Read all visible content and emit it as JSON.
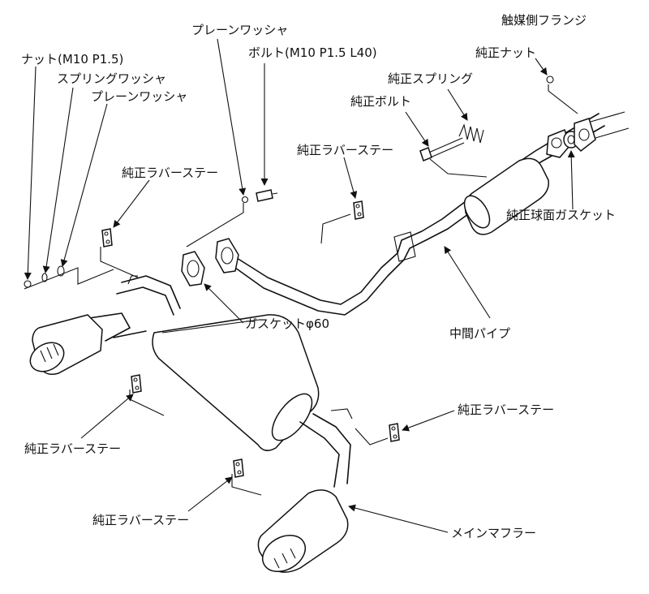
{
  "labels": {
    "cat_flange": "触媒側フランジ",
    "genuine_nut": "純正ナット",
    "plain_washer_top": "プレーンワッシャ",
    "bolt_spec": "ボルト(M10 P1.5 L40)",
    "genuine_spring": "純正スプリング",
    "nut_spec": "ナット(M10 P1.5)",
    "genuine_bolt": "純正ボルト",
    "spring_washer": "スプリングワッシャ",
    "plain_washer_left": "プレーンワッシャ",
    "rubber_stay_center": "純正ラバーステー",
    "rubber_stay_left": "純正ラバーステー",
    "spherical_gasket": "純正球面ガスケット",
    "gasket_60": "ガスケットφ60",
    "mid_pipe": "中間パイプ",
    "rubber_stay_right": "純正ラバーステー",
    "rubber_stay_lower_left": "純正ラバーステー",
    "rubber_stay_bottom": "純正ラバーステー",
    "main_muffler": "メインマフラー"
  },
  "colors": {
    "line": "#111111",
    "background": "#ffffff"
  }
}
